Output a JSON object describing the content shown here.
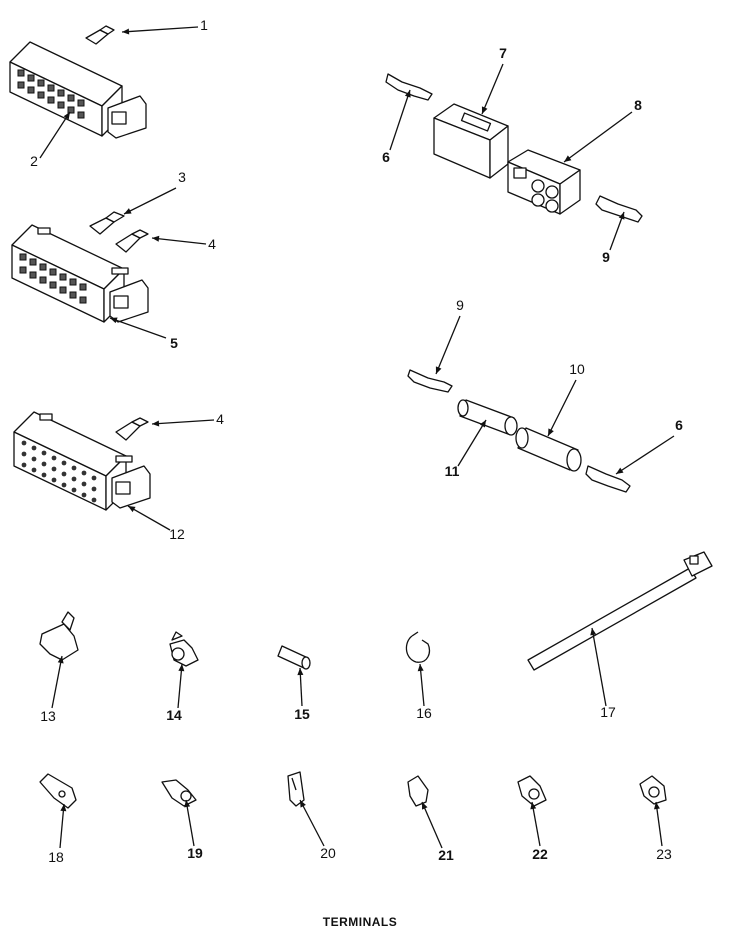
{
  "caption": "TERMINALS",
  "callouts": [
    {
      "id": "c1",
      "text": "1",
      "bold": false
    },
    {
      "id": "c2",
      "text": "2",
      "bold": false
    },
    {
      "id": "c3",
      "text": "3",
      "bold": false
    },
    {
      "id": "c4a",
      "text": "4",
      "bold": false
    },
    {
      "id": "c5",
      "text": "5",
      "bold": true
    },
    {
      "id": "c4b",
      "text": "4",
      "bold": false
    },
    {
      "id": "c12",
      "text": "12",
      "bold": false
    },
    {
      "id": "c6a",
      "text": "6",
      "bold": true
    },
    {
      "id": "c7",
      "text": "7",
      "bold": true
    },
    {
      "id": "c8",
      "text": "8",
      "bold": true
    },
    {
      "id": "c9a",
      "text": "9",
      "bold": true
    },
    {
      "id": "c9b",
      "text": "9",
      "bold": false
    },
    {
      "id": "c10",
      "text": "10",
      "bold": false
    },
    {
      "id": "c11",
      "text": "11",
      "bold": true
    },
    {
      "id": "c6b",
      "text": "6",
      "bold": true
    },
    {
      "id": "c13",
      "text": "13",
      "bold": false
    },
    {
      "id": "c14",
      "text": "14",
      "bold": true
    },
    {
      "id": "c15",
      "text": "15",
      "bold": true
    },
    {
      "id": "c16",
      "text": "16",
      "bold": false
    },
    {
      "id": "c17",
      "text": "17",
      "bold": false
    },
    {
      "id": "c18",
      "text": "18",
      "bold": false
    },
    {
      "id": "c19",
      "text": "19",
      "bold": true
    },
    {
      "id": "c20",
      "text": "20",
      "bold": false
    },
    {
      "id": "c21",
      "text": "21",
      "bold": true
    },
    {
      "id": "c22",
      "text": "22",
      "bold": true
    },
    {
      "id": "c23",
      "text": "23",
      "bold": false
    }
  ]
}
